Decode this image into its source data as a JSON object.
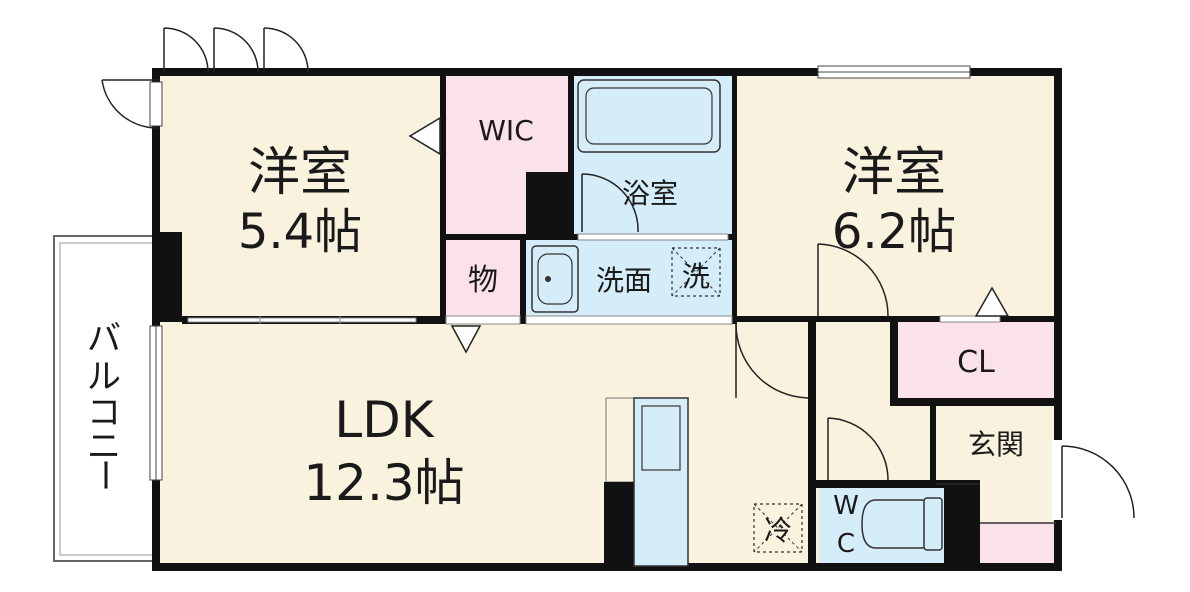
{
  "rooms": {
    "western_room_a": {
      "name": "洋室",
      "size": "5.4帖"
    },
    "western_room_b": {
      "name": "洋室",
      "size": "6.2帖"
    },
    "ldk": {
      "name": "LDK",
      "size": "12.3帖"
    },
    "wic": "WIC",
    "bathroom": "浴室",
    "washroom": "洗面",
    "washer": "洗",
    "storage": "物",
    "closet": "CL",
    "entrance": "玄関",
    "toilet_top": "W",
    "toilet_bottom": "C",
    "fridge": "冷",
    "balcony": [
      "バ",
      "ル",
      "コ",
      "ニ",
      "ー"
    ]
  },
  "colors": {
    "room_fill": "#f9f2de",
    "wet_area_fill": "#d4edf8",
    "storage_fill": "#fbe1ea",
    "wall": "#111111"
  }
}
